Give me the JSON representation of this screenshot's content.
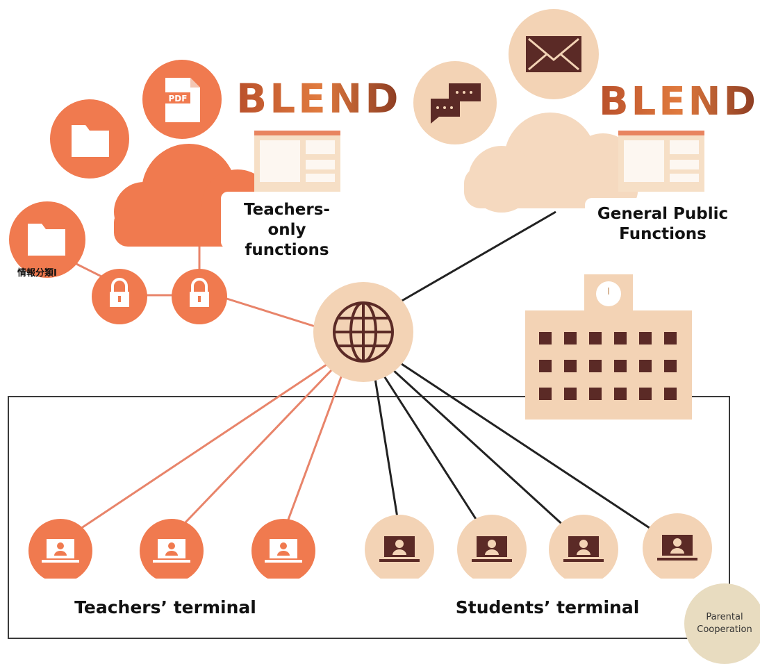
{
  "labels": {
    "teachers_only_line1": "Teachers-only",
    "teachers_only_line2": "functions",
    "general_public_line1": "General Public",
    "general_public_line2": "Functions",
    "info_category": "情報分類I",
    "teachers_terminal": "Teachers’ terminal",
    "students_terminal": "Students’ terminal",
    "parental_line1": "Parental",
    "parental_line2": "Cooperation",
    "blend_left": "BLEND",
    "blend_right": "BLEND",
    "pdf": "PDF"
  },
  "icons": {
    "pdf": "pdf-file-icon",
    "folder": "folder-icon",
    "lock": "padlock-icon",
    "cloud": "cloud-icon",
    "chat": "chat-bubbles-icon",
    "mail": "envelope-icon",
    "globe": "globe-icon",
    "laptop": "laptop-user-icon",
    "school": "school-building-icon",
    "window": "browser-window-icon"
  },
  "colors": {
    "teacher_orange": "#f07a4f",
    "teacher_orange_dark": "#e0633a",
    "public_beige": "#f3d3b5",
    "public_beige_light": "#f8e6d4",
    "icon_dark": "#5b2a26",
    "outline": "#3a3a3a",
    "parental_bg": "#e8dcc0"
  }
}
